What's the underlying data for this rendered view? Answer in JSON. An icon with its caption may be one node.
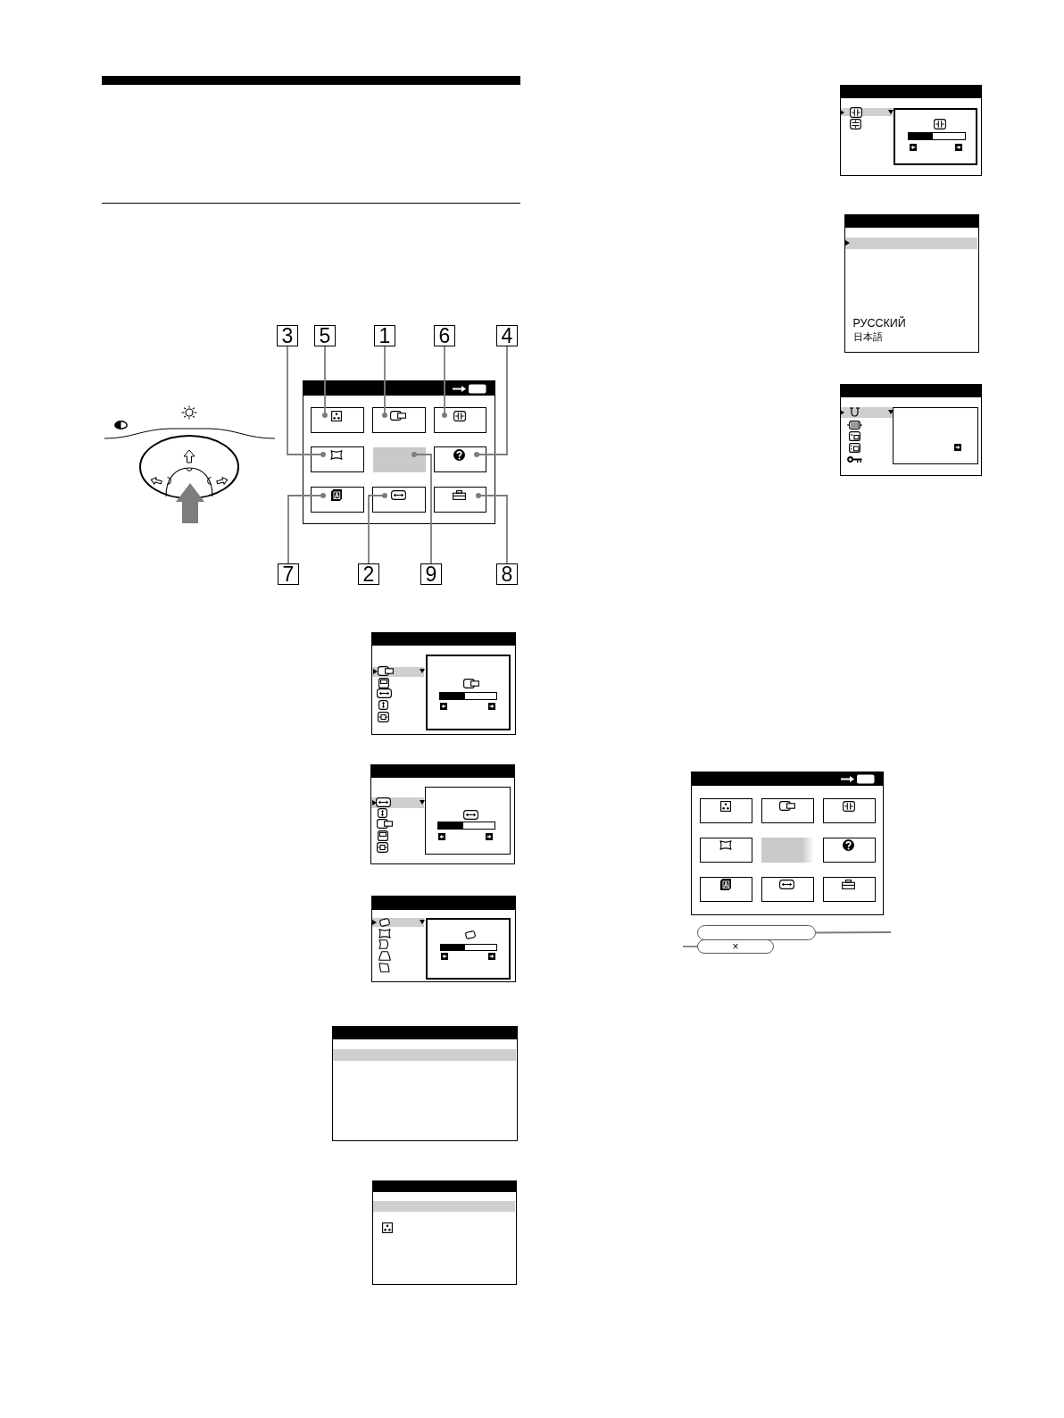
{
  "diagram": {
    "nodes": [
      {
        "text": [
          "3"
        ]
      },
      {
        "text": [
          "5"
        ]
      },
      {
        "text": [
          "1"
        ]
      },
      {
        "text": [
          "6"
        ]
      },
      {
        "text": [
          "4"
        ]
      },
      {
        "text": [],
        "shape": "box"
      },
      {
        "text": [],
        "shape": "box",
        "in": 5
      },
      {
        "text": [],
        "shape": "box",
        "in": 5
      },
      {
        "text": [],
        "shape": "box",
        "in": 5
      },
      {
        "text": [],
        "shape": "box",
        "in": 5
      },
      {
        "text": [],
        "shape": "box",
        "in": 5
      },
      {
        "text": [],
        "shape": "box",
        "in": 5
      },
      {
        "text": [],
        "shape": "box",
        "in": 5
      },
      {
        "text": [],
        "shape": "box",
        "in": 5
      },
      {
        "text": [],
        "shape": "box",
        "in": 5
      },
      {
        "text": [
          "7"
        ]
      },
      {
        "text": [
          "2"
        ]
      },
      {
        "text": [
          "9"
        ]
      },
      {
        "text": [
          "8"
        ]
      },
      {
        "text": [],
        "shape": "box"
      },
      {
        "text": [],
        "shape": "box"
      },
      {
        "text": [],
        "shape": "box"
      },
      {
        "text": [],
        "shape": "box"
      },
      {
        "text": [],
        "shape": "box"
      },
      {
        "text": [],
        "shape": "box"
      },
      {
        "text": [
          "РУССКИЙ",
          "日本語"
        ]
      },
      {
        "text": [],
        "shape": "box"
      },
      {
        "text": [],
        "shape": "box"
      },
      {
        "text": [],
        "shape": "box",
        "in": 27
      },
      {
        "text": [],
        "shape": "box",
        "in": 27
      },
      {
        "text": [],
        "shape": "box",
        "in": 27
      },
      {
        "text": [],
        "shape": "box",
        "in": 27
      },
      {
        "text": [],
        "shape": "box",
        "in": 27
      },
      {
        "text": [],
        "shape": "box",
        "in": 27
      },
      {
        "text": [],
        "shape": "box",
        "in": 27
      },
      {
        "text": [],
        "shape": "box",
        "in": 27
      },
      {
        "text": [],
        "shape": "box",
        "in": 27
      },
      {
        "text": [],
        "shape": "box"
      },
      {
        "text": [
          "×"
        ]
      }
    ],
    "edges": [
      {
        "from": 0,
        "to": 9,
        "arrow": "other"
      },
      {
        "from": 1,
        "to": 6,
        "arrow": "other"
      },
      {
        "from": 2,
        "to": 7,
        "arrow": "other"
      },
      {
        "from": 3,
        "to": 8,
        "arrow": "other"
      },
      {
        "from": 4,
        "to": 11,
        "arrow": "other"
      },
      {
        "from": 15,
        "to": 12,
        "arrow": "other"
      },
      {
        "from": 16,
        "to": 13,
        "arrow": "other"
      },
      {
        "from": 17,
        "to": 10,
        "arrow": "other"
      },
      {
        "from": 18,
        "to": 14,
        "arrow": "other"
      },
      {
        "from": 37,
        "to": null,
        "arrow": "none"
      },
      {
        "from": 38,
        "to": null,
        "arrow": "none"
      }
    ]
  }
}
